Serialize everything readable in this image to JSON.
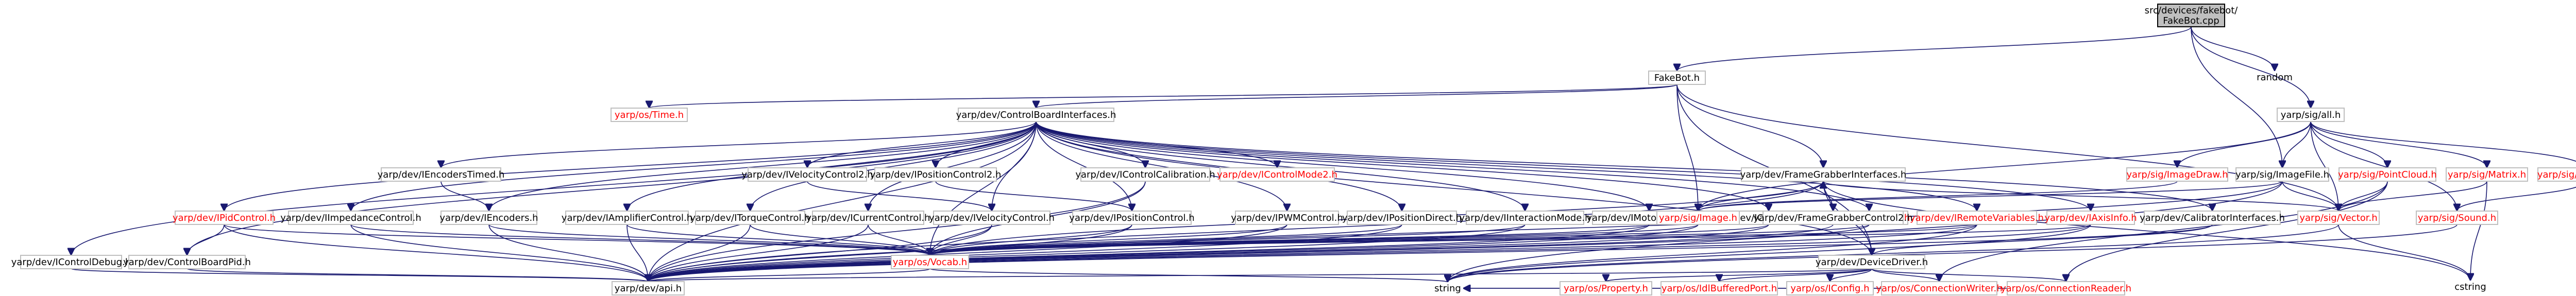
{
  "nodes": [
    {
      "id": "root",
      "label": "src/devices/fakebot/FakeBot.cpp",
      "style": "root"
    },
    {
      "id": "fakebot_h",
      "label": "FakeBot.h"
    },
    {
      "id": "random",
      "label": "random",
      "style": "plain"
    },
    {
      "id": "yarp_sig_all",
      "label": "yarp/sig/all.h"
    },
    {
      "id": "yarp_os_time",
      "label": "yarp/os/Time.h",
      "style": "red"
    },
    {
      "id": "cbi",
      "label": "yarp/dev/ControlBoardInterfaces.h"
    },
    {
      "id": "encoders_timed",
      "label": "yarp/dev/IEncodersTimed.h"
    },
    {
      "id": "velocity2",
      "label": "yarp/dev/IVelocityControl2.h"
    },
    {
      "id": "position2",
      "label": "yarp/dev/IPositionControl2.h"
    },
    {
      "id": "calibration",
      "label": "yarp/dev/IControlCalibration.h"
    },
    {
      "id": "controlmode",
      "label": "yarp/dev/IControlMode2.h",
      "style": "red"
    },
    {
      "id": "imagedraw",
      "label": "yarp/sig/ImageDraw.h",
      "style": "red"
    },
    {
      "id": "framegrabber",
      "label": "yarp/dev/FrameGrabberInterfaces.h"
    },
    {
      "id": "imagefile",
      "label": "yarp/sig/ImageFile.h"
    },
    {
      "id": "pointcloud",
      "label": "yarp/sig/PointCloud.h",
      "style": "red"
    },
    {
      "id": "matrix",
      "label": "yarp/sig/Matrix.h",
      "style": "red"
    },
    {
      "id": "soundfile",
      "label": "yarp/sig/SoundFile.h",
      "style": "red"
    },
    {
      "id": "pidcontrol",
      "label": "yarp/dev/IPidControl.h",
      "style": "red"
    },
    {
      "id": "impedance",
      "label": "yarp/dev/IImpedanceControl.h"
    },
    {
      "id": "iencoders",
      "label": "yarp/dev/IEncoders.h"
    },
    {
      "id": "amplifier",
      "label": "yarp/dev/IAmplifierControl.h"
    },
    {
      "id": "torque",
      "label": "yarp/dev/ITorqueControl.h"
    },
    {
      "id": "current",
      "label": "yarp/dev/ICurrentControl.h"
    },
    {
      "id": "velocity",
      "label": "yarp/dev/IVelocityControl.h"
    },
    {
      "id": "position",
      "label": "yarp/dev/IPositionControl.h"
    },
    {
      "id": "pwm",
      "label": "yarp/dev/IPWMControl.h"
    },
    {
      "id": "positiondirect",
      "label": "yarp/dev/IPositionDirect.h"
    },
    {
      "id": "interaction",
      "label": "yarp/dev/IInteractionMode.h"
    },
    {
      "id": "motorencoders",
      "label": "yarp/dev/IMotorEncoders.h"
    },
    {
      "id": "controllimits",
      "label": "yarp/dev/IControlLimits.h"
    },
    {
      "id": "imotor",
      "label": "yarp/dev/IMotor.h",
      "style": "red"
    },
    {
      "id": "remotevariables",
      "label": "yarp/dev/IRemoteVariables.h",
      "style": "red"
    },
    {
      "id": "iaxisinfo",
      "label": "yarp/dev/IAxisInfo.h",
      "style": "red"
    },
    {
      "id": "calibrator",
      "label": "yarp/dev/CalibratorInterfaces.h"
    },
    {
      "id": "fg_control2",
      "label": "yarp/dev/FrameGrabberControl2.h"
    },
    {
      "id": "sig_image",
      "label": "yarp/sig/Image.h",
      "style": "red"
    },
    {
      "id": "sig_vector",
      "label": "yarp/sig/Vector.h",
      "style": "red"
    },
    {
      "id": "sig_sound",
      "label": "yarp/sig/Sound.h",
      "style": "red"
    },
    {
      "id": "controldebug",
      "label": "yarp/dev/IControlDebug.h"
    },
    {
      "id": "controlboardpid",
      "label": "yarp/dev/ControlBoardPid.h"
    },
    {
      "id": "vocab",
      "label": "yarp/os/Vocab.h",
      "style": "red"
    },
    {
      "id": "devicedriver",
      "label": "yarp/dev/DeviceDriver.h"
    },
    {
      "id": "cstring",
      "label": "cstring",
      "style": "plain"
    },
    {
      "id": "api",
      "label": "yarp/dev/api.h"
    },
    {
      "id": "property",
      "label": "yarp/os/Property.h",
      "style": "red"
    },
    {
      "id": "idl_bufferedport",
      "label": "yarp/os/IdlBufferedPort.h",
      "style": "red"
    },
    {
      "id": "iconfig",
      "label": "yarp/os/IConfig.h",
      "style": "red"
    },
    {
      "id": "connwriter",
      "label": "yarp/os/ConnectionWriter.h",
      "style": "red"
    },
    {
      "id": "connreader",
      "label": "yarp/os/ConnectionReader.h",
      "style": "red"
    },
    {
      "id": "string",
      "label": "string",
      "style": "plain"
    }
  ],
  "edges": [
    [
      "root",
      "fakebot_h"
    ],
    [
      "root",
      "random"
    ],
    [
      "root",
      "yarp_sig_all"
    ],
    [
      "root",
      "imagefile"
    ],
    [
      "fakebot_h",
      "yarp_os_time"
    ],
    [
      "fakebot_h",
      "cbi"
    ],
    [
      "fakebot_h",
      "framegrabber"
    ],
    [
      "fakebot_h",
      "sig_image"
    ],
    [
      "fakebot_h",
      "sig_vector"
    ],
    [
      "fakebot_h",
      "devicedriver"
    ],
    [
      "yarp_sig_all",
      "sig_image"
    ],
    [
      "yarp_sig_all",
      "imagedraw"
    ],
    [
      "yarp_sig_all",
      "imagefile"
    ],
    [
      "yarp_sig_all",
      "pointcloud"
    ],
    [
      "yarp_sig_all",
      "matrix"
    ],
    [
      "yarp_sig_all",
      "soundfile"
    ],
    [
      "yarp_sig_all",
      "sig_vector"
    ],
    [
      "yarp_sig_all",
      "sig_sound"
    ],
    [
      "cbi",
      "encoders_timed"
    ],
    [
      "cbi",
      "velocity2"
    ],
    [
      "cbi",
      "position2"
    ],
    [
      "cbi",
      "calibration"
    ],
    [
      "cbi",
      "controlmode"
    ],
    [
      "cbi",
      "pidcontrol"
    ],
    [
      "cbi",
      "impedance"
    ],
    [
      "cbi",
      "iencoders"
    ],
    [
      "cbi",
      "amplifier"
    ],
    [
      "cbi",
      "torque"
    ],
    [
      "cbi",
      "current"
    ],
    [
      "cbi",
      "velocity"
    ],
    [
      "cbi",
      "position"
    ],
    [
      "cbi",
      "pwm"
    ],
    [
      "cbi",
      "positiondirect"
    ],
    [
      "cbi",
      "interaction"
    ],
    [
      "cbi",
      "motorencoders"
    ],
    [
      "cbi",
      "controllimits"
    ],
    [
      "cbi",
      "imotor"
    ],
    [
      "cbi",
      "remotevariables"
    ],
    [
      "cbi",
      "iaxisinfo"
    ],
    [
      "cbi",
      "calibrator"
    ],
    [
      "cbi",
      "controldebug"
    ],
    [
      "cbi",
      "controlboardpid"
    ],
    [
      "cbi",
      "vocab"
    ],
    [
      "cbi",
      "devicedriver"
    ],
    [
      "cbi",
      "api"
    ],
    [
      "encoders_timed",
      "iencoders"
    ],
    [
      "velocity2",
      "velocity"
    ],
    [
      "position2",
      "position"
    ],
    [
      "calibration",
      "vocab"
    ],
    [
      "calibration",
      "api"
    ],
    [
      "imagedraw",
      "sig_image"
    ],
    [
      "framegrabber",
      "sig_image"
    ],
    [
      "framegrabber",
      "fg_control2"
    ],
    [
      "framegrabber",
      "vocab"
    ],
    [
      "framegrabber",
      "devicedriver"
    ],
    [
      "framegrabber",
      "api"
    ],
    [
      "framegrabber",
      "cstring"
    ],
    [
      "framegrabber",
      "sig_vector"
    ],
    [
      "fg_control2",
      "framegrabber"
    ],
    [
      "fg_control2",
      "api"
    ],
    [
      "imagefile",
      "sig_image"
    ],
    [
      "imagefile",
      "sig_vector"
    ],
    [
      "imagefile",
      "api"
    ],
    [
      "imagefile",
      "string"
    ],
    [
      "pointcloud",
      "sig_vector"
    ],
    [
      "pointcloud",
      "connwriter"
    ],
    [
      "pointcloud",
      "connreader"
    ],
    [
      "matrix",
      "sig_vector"
    ],
    [
      "matrix",
      "cstring"
    ],
    [
      "soundfile",
      "sig_sound"
    ],
    [
      "pidcontrol",
      "controlboardpid"
    ],
    [
      "pidcontrol",
      "vocab"
    ],
    [
      "pidcontrol",
      "api"
    ],
    [
      "impedance",
      "vocab"
    ],
    [
      "impedance",
      "api"
    ],
    [
      "iencoders",
      "vocab"
    ],
    [
      "iencoders",
      "api"
    ],
    [
      "amplifier",
      "vocab"
    ],
    [
      "amplifier",
      "api"
    ],
    [
      "torque",
      "vocab"
    ],
    [
      "torque",
      "api"
    ],
    [
      "current",
      "vocab"
    ],
    [
      "current",
      "api"
    ],
    [
      "velocity",
      "vocab"
    ],
    [
      "velocity",
      "api"
    ],
    [
      "position",
      "vocab"
    ],
    [
      "position",
      "api"
    ],
    [
      "pwm",
      "vocab"
    ],
    [
      "pwm",
      "api"
    ],
    [
      "positiondirect",
      "vocab"
    ],
    [
      "positiondirect",
      "api"
    ],
    [
      "interaction",
      "vocab"
    ],
    [
      "interaction",
      "api"
    ],
    [
      "motorencoders",
      "vocab"
    ],
    [
      "motorencoders",
      "api"
    ],
    [
      "controllimits",
      "vocab"
    ],
    [
      "controllimits",
      "api"
    ],
    [
      "imotor",
      "vocab"
    ],
    [
      "imotor",
      "api"
    ],
    [
      "remotevariables",
      "vocab"
    ],
    [
      "remotevariables",
      "api"
    ],
    [
      "remotevariables",
      "string"
    ],
    [
      "iaxisinfo",
      "vocab"
    ],
    [
      "iaxisinfo",
      "api"
    ],
    [
      "iaxisinfo",
      "string"
    ],
    [
      "calibrator",
      "devicedriver"
    ],
    [
      "calibrator",
      "api"
    ],
    [
      "controldebug",
      "api"
    ],
    [
      "controlboardpid",
      "api"
    ],
    [
      "sig_image",
      "api"
    ],
    [
      "sig_image",
      "vocab"
    ],
    [
      "sig_vector",
      "cstring"
    ],
    [
      "sig_vector",
      "string"
    ],
    [
      "sig_sound",
      "string"
    ],
    [
      "vocab",
      "api"
    ],
    [
      "vocab",
      "string"
    ],
    [
      "devicedriver",
      "api"
    ],
    [
      "devicedriver",
      "property"
    ],
    [
      "devicedriver",
      "idl_bufferedport"
    ],
    [
      "devicedriver",
      "iconfig"
    ],
    [
      "devicedriver",
      "connwriter"
    ],
    [
      "devicedriver",
      "connreader"
    ],
    [
      "connwriter",
      "string"
    ],
    [
      "connreader",
      "string"
    ]
  ]
}
